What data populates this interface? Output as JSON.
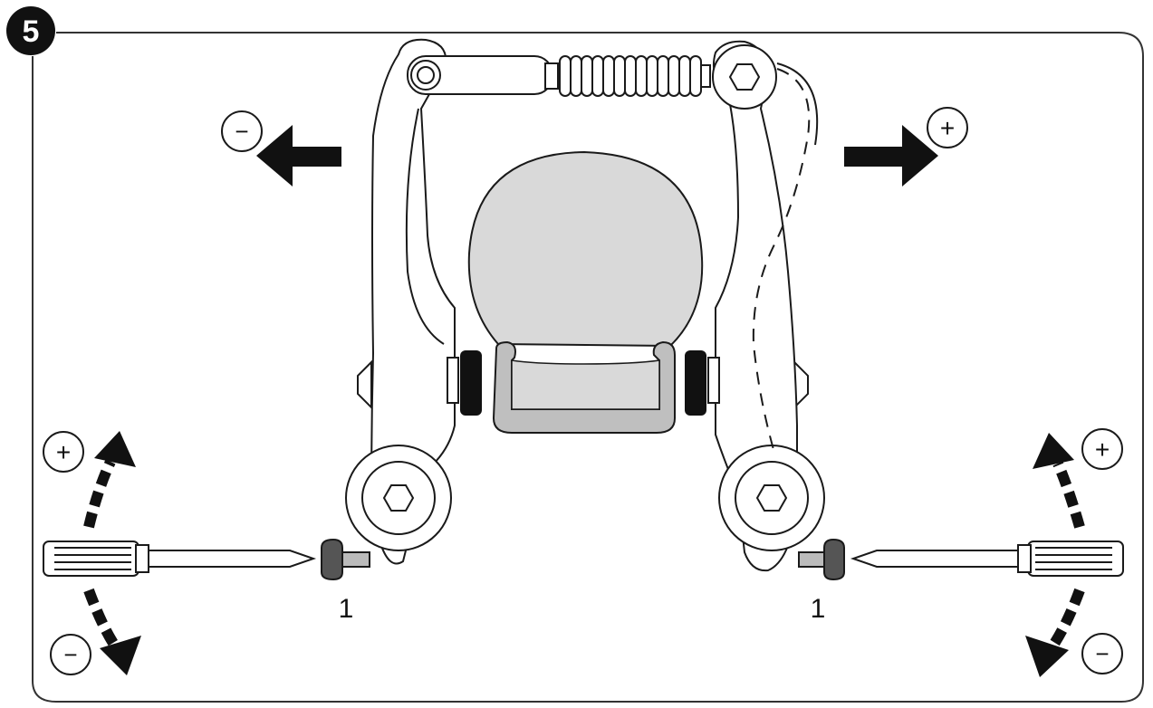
{
  "step": {
    "number": "5"
  },
  "direction_signs": {
    "minus": "−",
    "plus": "+"
  },
  "callouts": {
    "left_screw": "1",
    "right_screw": "1"
  },
  "icons": {
    "left_arrow": "arrow-left-icon",
    "right_arrow": "arrow-right-icon",
    "rotate_up": "curved-arrow-up-icon",
    "rotate_down": "curved-arrow-down-icon",
    "screwdriver": "screwdriver-icon",
    "bolt": "hex-bolt-icon"
  },
  "colors": {
    "line": "#1a1a1a",
    "tire_fill": "#d9d9d9",
    "rim_fill": "#bfbfbf",
    "pad": "#111111",
    "badge": "#111111",
    "frame": "#333333"
  }
}
